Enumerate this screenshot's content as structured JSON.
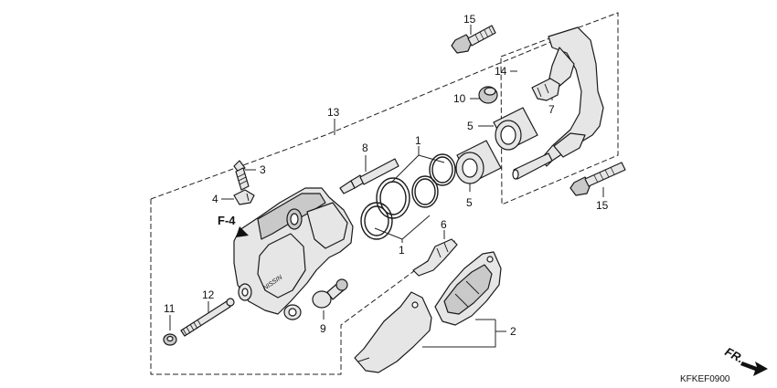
{
  "diagram": {
    "callouts": {
      "c1a": "1",
      "c1b": "1",
      "c2": "2",
      "c3": "3",
      "c4": "4",
      "c5a": "5",
      "c5b": "5",
      "c6": "6",
      "c7": "7",
      "c8": "8",
      "c9": "9",
      "c10": "10",
      "c11": "11",
      "c12": "12",
      "c13": "13",
      "c14": "14",
      "c15a": "15",
      "c15b": "15"
    },
    "reference": "F-4",
    "direction": "FR.",
    "code": "KFKEF0900",
    "caliper_mark": "NISSIN"
  }
}
